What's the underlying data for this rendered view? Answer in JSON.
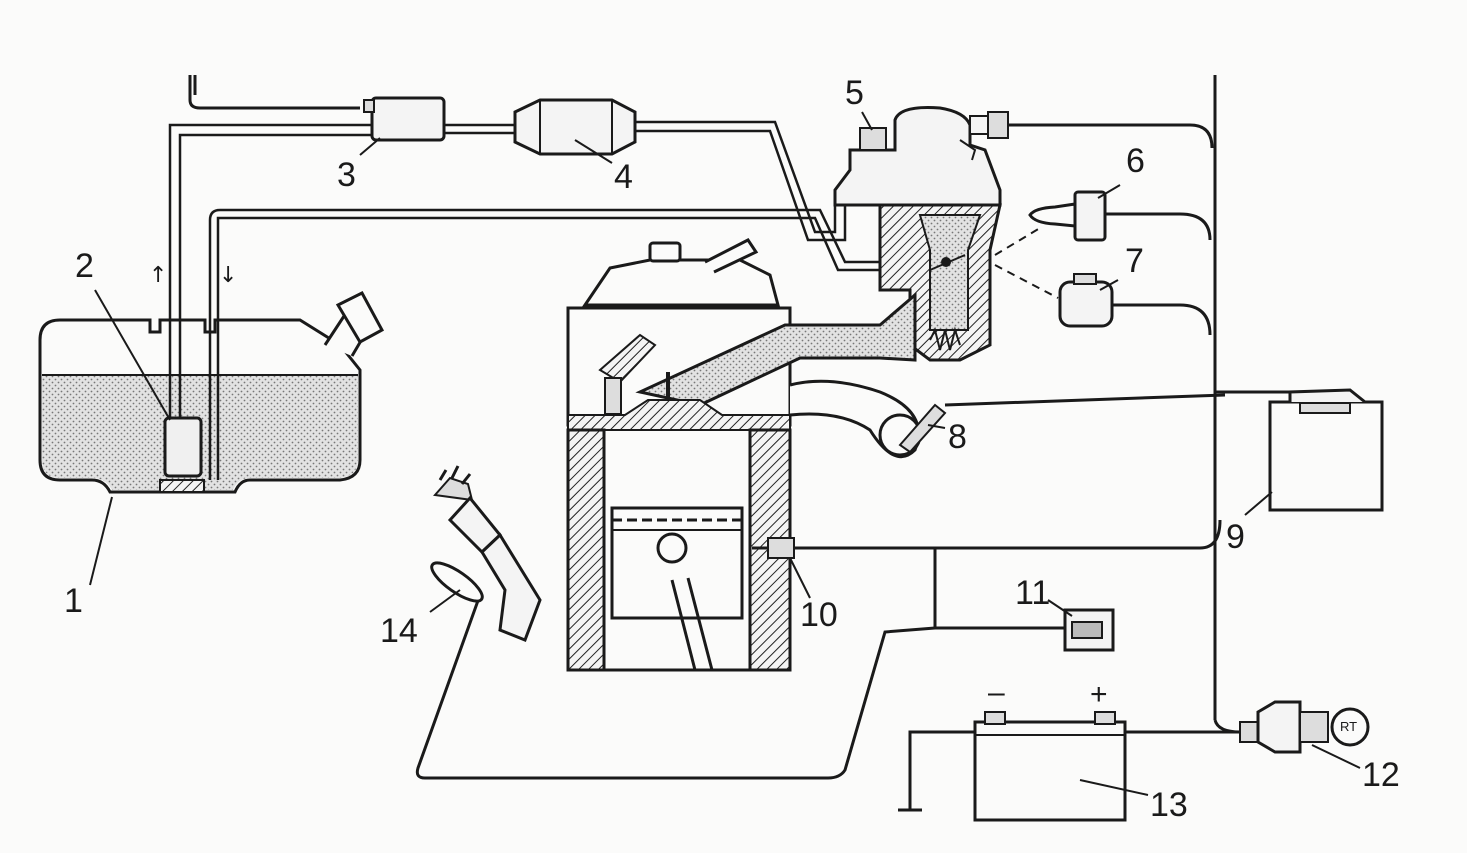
{
  "diagram": {
    "labels": {
      "n1": "1",
      "n2": "2",
      "n3": "3",
      "n4": "4",
      "n5": "5",
      "n6": "6",
      "n7": "7",
      "n8": "8",
      "n9": "9",
      "n10": "10",
      "n11": "11",
      "n12": "12",
      "n13": "13",
      "n14": "14"
    },
    "battery": {
      "minus": "–",
      "plus": "+"
    },
    "lamp_text": "RT",
    "arrows": {
      "up": "↑",
      "down": "↓"
    },
    "colors": {
      "line": "#1a1a1a",
      "fuel": "#c9c9c9",
      "paper": "#fbfbfa"
    }
  }
}
